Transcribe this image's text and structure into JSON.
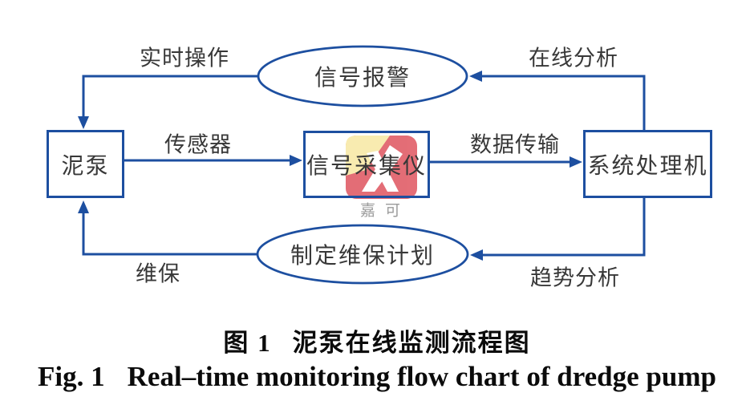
{
  "diagram": {
    "nodes": {
      "pump": "泥泵",
      "collector": "信号采集仪",
      "processor": "系统处理机",
      "alarm": "信号报警",
      "plan": "制定维保计划"
    },
    "edges": {
      "realtime_op": "实时操作",
      "online_analysis": "在线分析",
      "sensor": "传感器",
      "data_transfer": "数据传输",
      "maintenance": "维保",
      "trend_analysis": "趋势分析"
    },
    "watermark_text": "嘉可"
  },
  "caption": {
    "zh_label": "图 1",
    "zh_title": "泥泵在线监测流程图",
    "en_label": "Fig. 1",
    "en_title": "Real–time monitoring flow chart of dredge pump"
  },
  "colors": {
    "line_blue": "#1d4fa0",
    "text_ink": "#383838",
    "caption_black": "#0b0b0b",
    "watermark_red": "#e05a64",
    "watermark_yellow": "#f8e9a6",
    "watermark_gray": "#9b9b9b"
  }
}
